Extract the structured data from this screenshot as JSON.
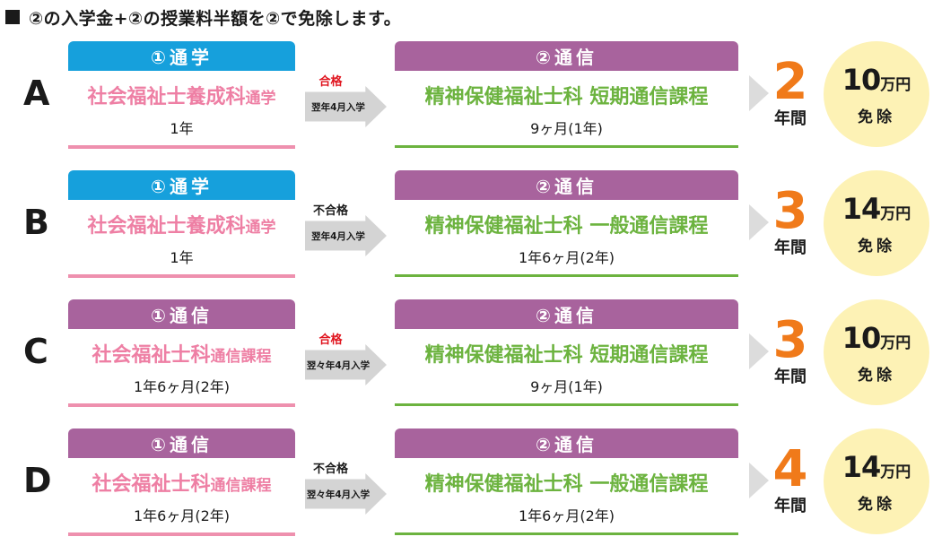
{
  "header": {
    "text": "②の入学金+②の授業料半額を②で免除します。"
  },
  "colors": {
    "attend_tab": "#16a0dc",
    "correspond_tab": "#a8639d",
    "pass": "#e0141e",
    "fail": "#1a1a1a",
    "years": "#f07a1a"
  },
  "rows": [
    {
      "letter": "A",
      "course1": {
        "tab": "①通学",
        "tab_color": "#16a0dc",
        "name_main": "社会福祉士養成科",
        "name_sub": "通学",
        "duration": "1年"
      },
      "result": {
        "text": "合格",
        "color": "#e0141e"
      },
      "arrow_label": "翌年4月入学",
      "course2": {
        "tab": "②通信",
        "name": "精神保健福祉士科 短期通信課程",
        "duration": "9ヶ月(1年)"
      },
      "total": {
        "num": "2",
        "unit": "年間"
      },
      "exemption": {
        "amount": "10",
        "unit": "万円",
        "label": "免除"
      }
    },
    {
      "letter": "B",
      "course1": {
        "tab": "①通学",
        "tab_color": "#16a0dc",
        "name_main": "社会福祉士養成科",
        "name_sub": "通学",
        "duration": "1年"
      },
      "result": {
        "text": "不合格",
        "color": "#1a1a1a"
      },
      "arrow_label": "翌年4月入学",
      "course2": {
        "tab": "②通信",
        "name": "精神保健福祉士科 一般通信課程",
        "duration": "1年6ヶ月(2年)"
      },
      "total": {
        "num": "3",
        "unit": "年間"
      },
      "exemption": {
        "amount": "14",
        "unit": "万円",
        "label": "免除"
      }
    },
    {
      "letter": "C",
      "course1": {
        "tab": "①通信",
        "tab_color": "#a8639d",
        "name_main": "社会福祉士科",
        "name_sub": "通信課程",
        "duration": "1年6ヶ月(2年)"
      },
      "result": {
        "text": "合格",
        "color": "#e0141e"
      },
      "arrow_label": "翌々年4月入学",
      "course2": {
        "tab": "②通信",
        "name": "精神保健福祉士科 短期通信課程",
        "duration": "9ヶ月(1年)"
      },
      "total": {
        "num": "3",
        "unit": "年間"
      },
      "exemption": {
        "amount": "10",
        "unit": "万円",
        "label": "免除"
      }
    },
    {
      "letter": "D",
      "course1": {
        "tab": "①通信",
        "tab_color": "#a8639d",
        "name_main": "社会福祉士科",
        "name_sub": "通信課程",
        "duration": "1年6ヶ月(2年)"
      },
      "result": {
        "text": "不合格",
        "color": "#1a1a1a"
      },
      "arrow_label": "翌々年4月入学",
      "course2": {
        "tab": "②通信",
        "name": "精神保健福祉士科 一般通信課程",
        "duration": "1年6ヶ月(2年)"
      },
      "total": {
        "num": "4",
        "unit": "年間"
      },
      "exemption": {
        "amount": "14",
        "unit": "万円",
        "label": "免除"
      }
    }
  ]
}
